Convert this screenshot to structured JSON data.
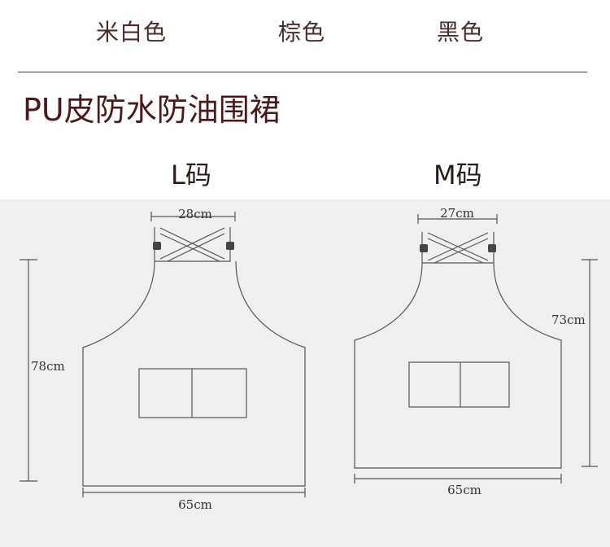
{
  "header": {
    "colors": [
      "米白色",
      "棕色",
      "黑色"
    ],
    "title": "PU皮防水防油围裙"
  },
  "sizes": {
    "large": {
      "label": "L码",
      "neck_width": "28cm",
      "height": "78cm",
      "width": "65cm"
    },
    "medium": {
      "label": "M码",
      "neck_width": "27cm",
      "height": "73cm",
      "width": "65cm"
    }
  },
  "style": {
    "line_color": "#555555",
    "rivet_color": "#444444",
    "panel_color": "#efefef",
    "text_color": "#4a2c2c"
  }
}
